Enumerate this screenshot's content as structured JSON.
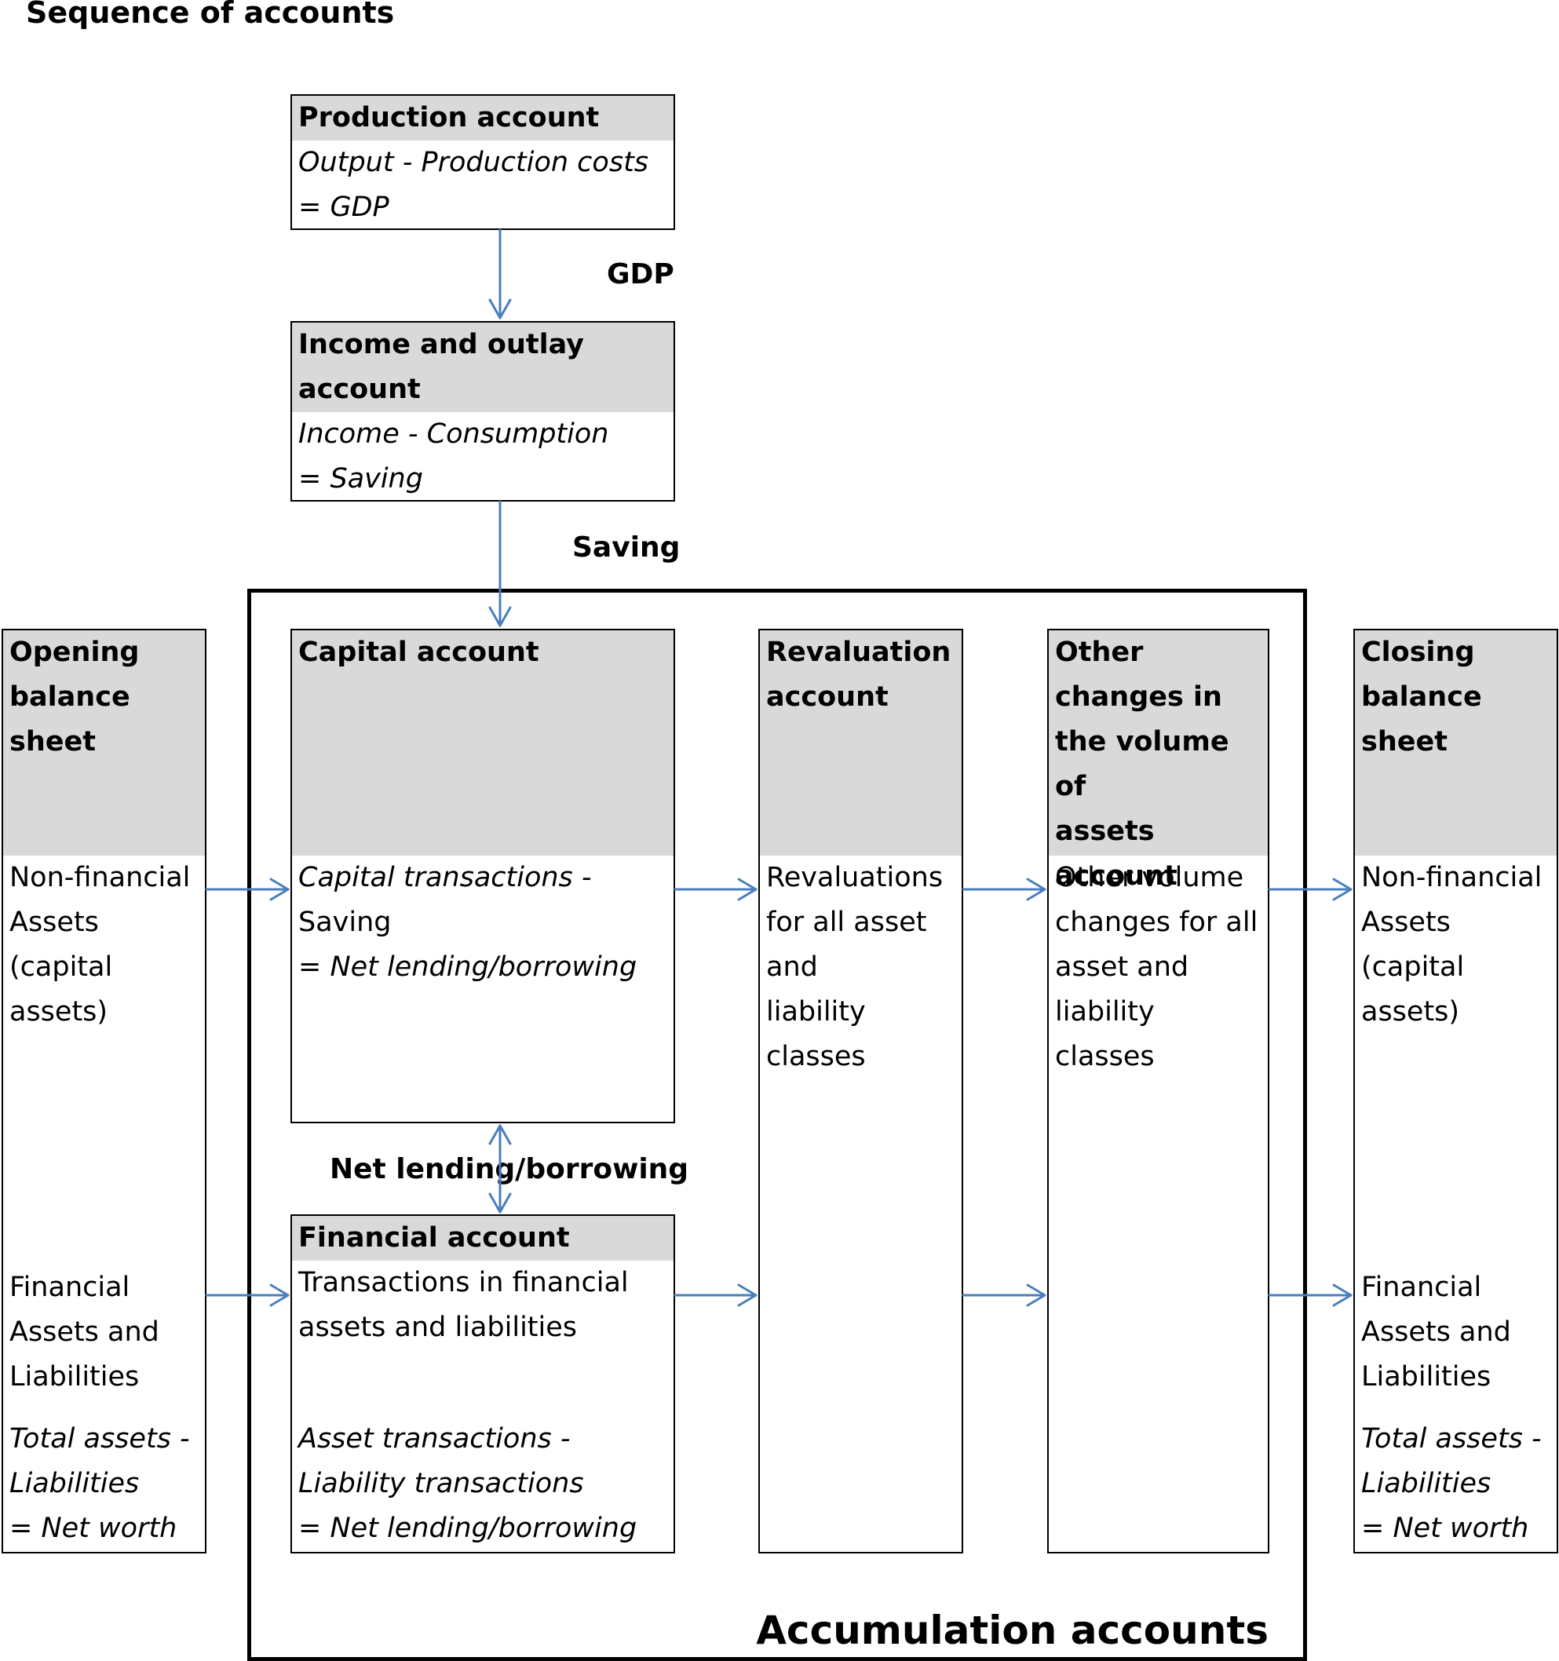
{
  "title": "Sequence of accounts",
  "accumulation_label": "Accumulation accounts",
  "production": {
    "head": "Production account",
    "line1": "Output - Production costs",
    "line2": "= GDP"
  },
  "income": {
    "head": "Income and outlay\naccount",
    "line1": "Income - Consumption",
    "line2": "= Saving"
  },
  "capital": {
    "head": "Capital account",
    "line1": "Capital transactions -",
    "line2": "Saving",
    "line3": "= Net lending/borrowing"
  },
  "financial": {
    "head": "Financial account",
    "body": "Transactions in financial\nassets and liabilities",
    "line1": "Asset transactions -",
    "line2": "Liability transactions",
    "line3": "= Net lending/borrowing"
  },
  "opening": {
    "head": "Opening\nbalance\nsheet",
    "nonfin": "Non-financial\nAssets\n(capital\nassets)",
    "fin": "Financial\nAssets and\nLiabilities",
    "line1": "Total assets -",
    "line2": "Liabilities",
    "line3": "= Net worth"
  },
  "revaluation": {
    "head": "Revaluation\naccount",
    "body": "Revaluations\nfor all asset\nand\nliability\nclasses"
  },
  "other_changes": {
    "head": "Other\nchanges in\nthe volume of\nassets\naccount",
    "body": "Other volume\nchanges for all\nasset and\nliability\nclasses"
  },
  "closing": {
    "head": "Closing\nbalance\nsheet",
    "nonfin": "Non-financial\nAssets\n(capital\nassets)",
    "fin": "Financial\nAssets and\nLiabilities",
    "line1": "Total assets -",
    "line2": "Liabilities",
    "line3": "= Net worth"
  },
  "flows": {
    "gdp": "GDP",
    "saving": "Saving",
    "net_lending": "Net lending/borrowing"
  },
  "colors": {
    "arrow": "#4a7ebf",
    "header_fill": "#d9d9d9"
  }
}
